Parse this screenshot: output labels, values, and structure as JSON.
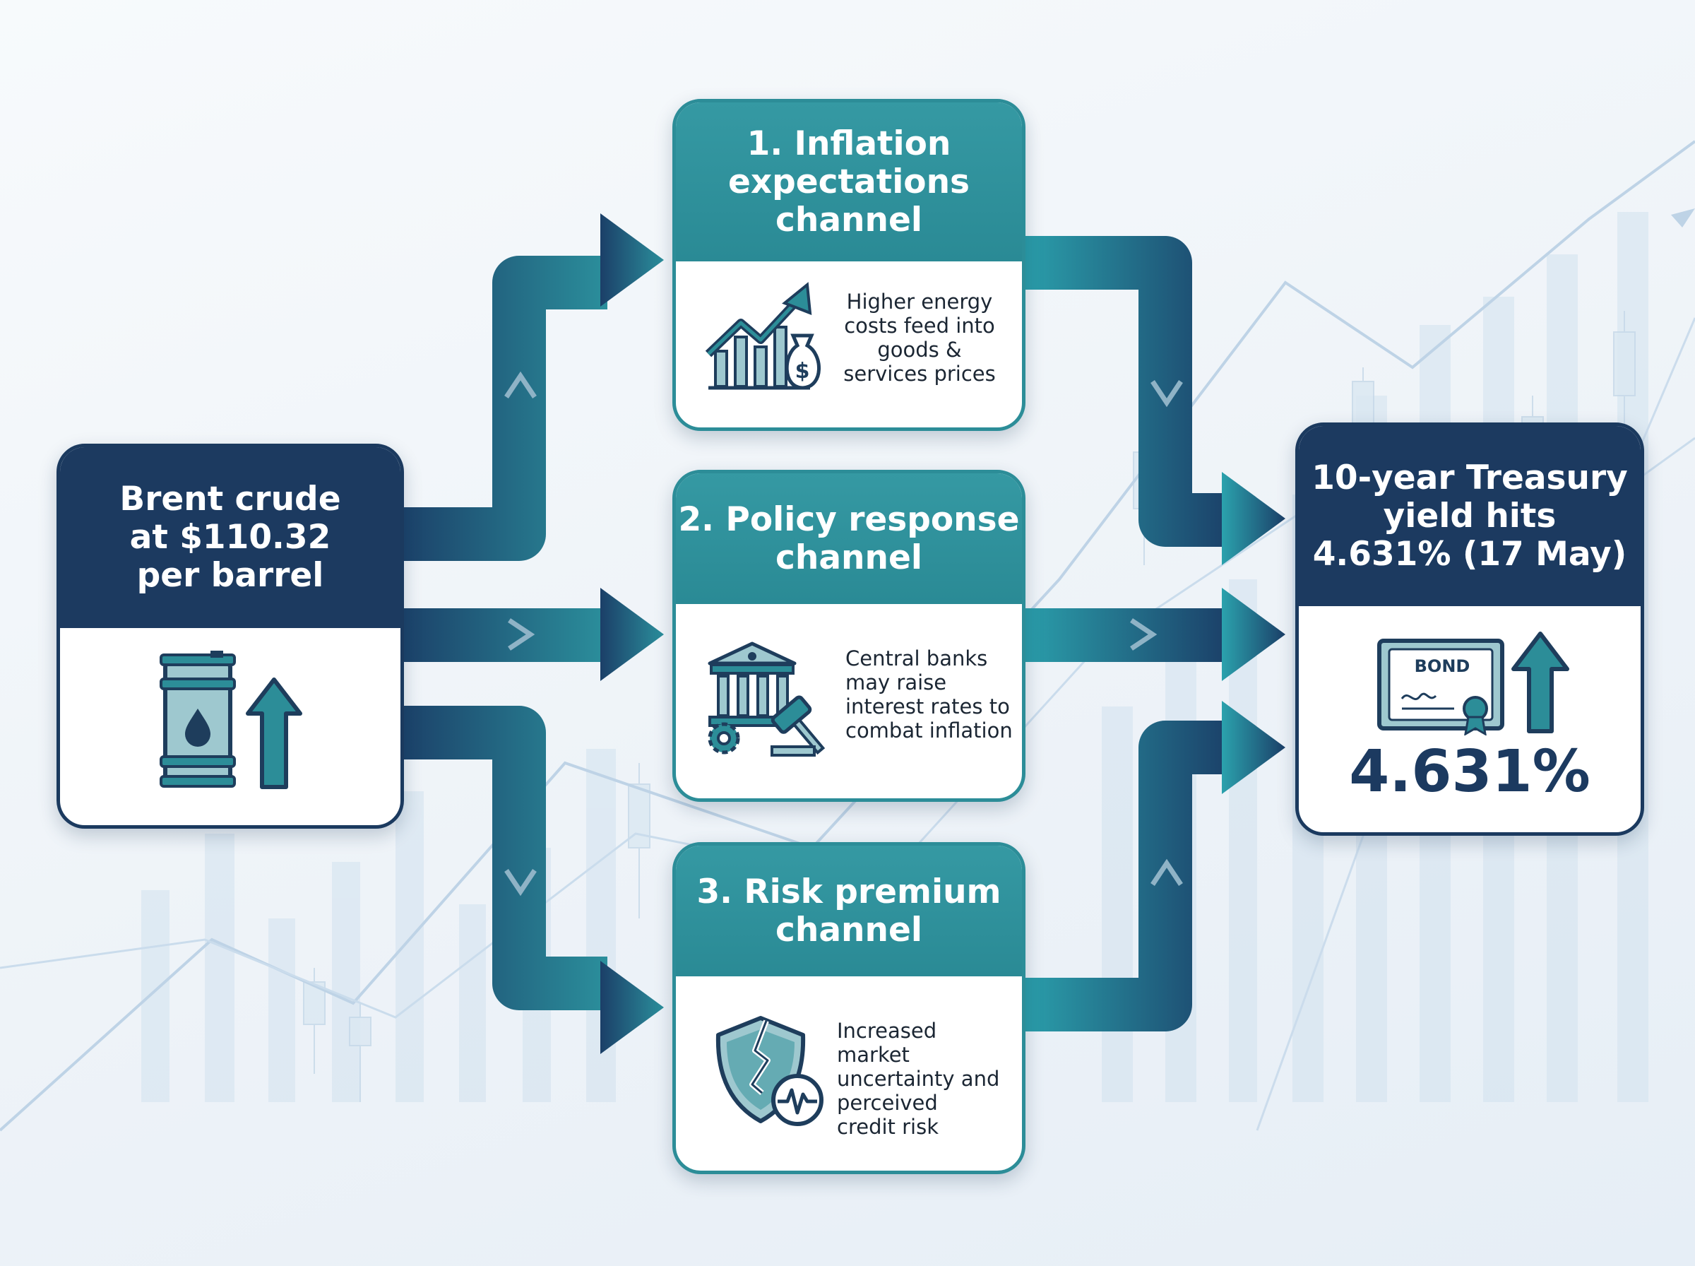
{
  "source": {
    "title": "Brent crude\nat $110.32\nper barrel",
    "icons": [
      "oil-barrel-icon",
      "up-arrow-icon"
    ]
  },
  "channels": [
    {
      "title": "1. Inflation\nexpectations\nchannel",
      "text": "Higher energy\ncosts feed into\ngoods &\nservices prices",
      "icon": "rising-chart-money-bag-icon"
    },
    {
      "title": "2. Policy response\nchannel",
      "text": "Central banks\nmay raise\ninterest rates to\ncombat inflation",
      "icon": "central-bank-gavel-icon"
    },
    {
      "title": "3. Risk premium\nchannel",
      "text": "Increased market\nuncertainty and\nperceived\ncredit risk",
      "icon": "cracked-shield-pulse-icon"
    }
  ],
  "result": {
    "title": "10-year Treasury\nyield hits\n4.631% (17 May)",
    "bond_label": "BOND",
    "value": "4.631%",
    "icons": [
      "bond-certificate-icon",
      "up-arrow-icon"
    ]
  },
  "colors": {
    "navy": "#1c3a60",
    "teal": "#2c8d98",
    "flow_navy": "#1f4e74",
    "flow_teal": "#2b96a2"
  }
}
